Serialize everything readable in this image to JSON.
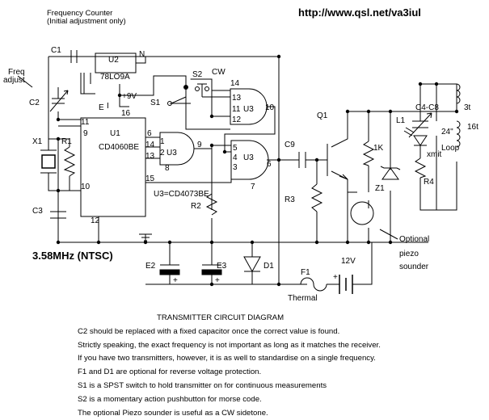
{
  "header": {
    "line1": "Frequency Counter",
    "line2": "(Initial adjustment only)",
    "url": "http://www.qsl.net/va3iul"
  },
  "band_label": "3.58MHz (NTSC)",
  "components": {
    "c1": "C1",
    "c2": "C2",
    "c3": "C3",
    "c4c8": "C4-C8",
    "c9": "C9",
    "u2": "U2",
    "u2_part": "78LO9A",
    "u2_in": "N",
    "u2_gnd": "E",
    "u2_out": "I",
    "plus9v": "+9V",
    "u1": "U1",
    "u1_part": "CD4060BE",
    "u3": "U3",
    "u3_part": "U3=CD4073BE",
    "x1": "X1",
    "r1": "R1",
    "r2": "R2",
    "r3": "R3",
    "r4": "R4",
    "r1k": "1K",
    "s1": "S1",
    "s2": "S2",
    "cw": "CW",
    "q1": "Q1",
    "l1": "L1",
    "z1": "Z1",
    "d1": "D1",
    "f1": "F1",
    "e2": "E2",
    "e3": "E3",
    "freq_adjust_1": "Freq",
    "freq_adjust_2": "adjust",
    "xmit": "xmit",
    "loop": "Loop",
    "loop_size": "24\"",
    "turns_3t": "3t",
    "turns_16t": "16t",
    "v12": "12V",
    "thermal": "Thermal",
    "piezo_1": "Optional",
    "piezo_2": "piezo",
    "piezo_3": "sounder",
    "plus": "+"
  },
  "pins": {
    "u1_16": "16",
    "u1_11": "11",
    "u1_9": "9",
    "u1_10": "10",
    "u1_12": "12",
    "u1_6": "6",
    "u1_14": "14",
    "u1_13": "13",
    "u1_15": "15",
    "g1_1": "1",
    "g1_2": "2",
    "g1_8": "8",
    "g1_9": "9",
    "g1_u3": "U3",
    "g2_14": "14",
    "g2_13": "13",
    "g2_11": "11",
    "g2_12": "12",
    "g2_10": "10",
    "g2_u3": "U3",
    "g3_5": "5",
    "g3_4": "4",
    "g3_3": "3",
    "g3_6": "6",
    "g3_7": "7",
    "g3_u3": "U3"
  },
  "notes": {
    "title": "TRANSMITTER CIRCUIT DIAGRAM",
    "lines": [
      "C2 should be replaced with a fixed capacitor once the correct value is found.",
      "Strictly speaking, the exact frequency is not important as long as it matches the receiver.",
      "If you have two transmitters, however, it is as well to standardise on a single frequency.",
      "F1 and D1 are optional for reverse voltage protection.",
      "S1 is a SPST switch to hold transmitter on for continuous measurements",
      "S2 is a momentary action pushbutton for morse code.",
      "The optional Piezo sounder is useful as a CW sidetone."
    ]
  }
}
